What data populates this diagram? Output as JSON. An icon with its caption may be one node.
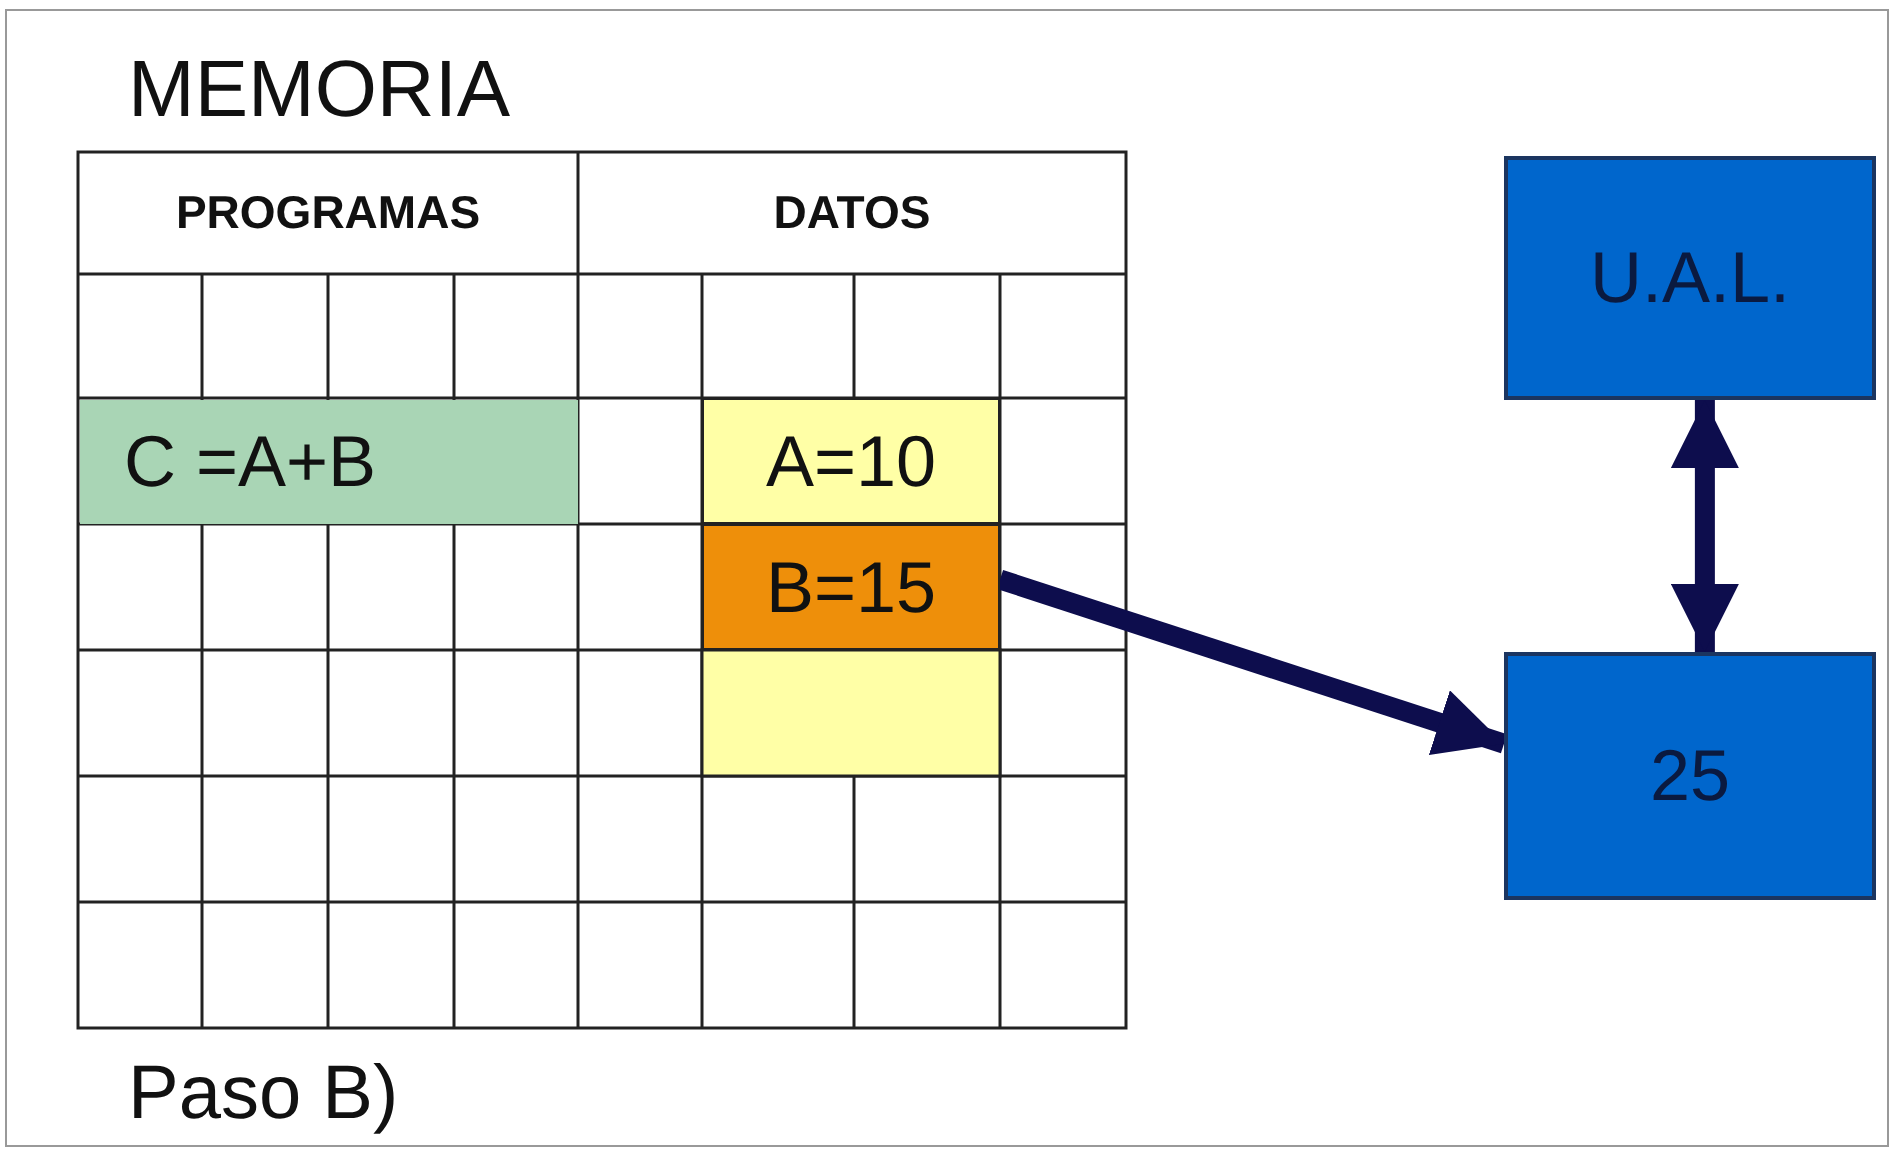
{
  "diagram": {
    "title": "MEMORIA",
    "caption": "Paso B)",
    "nodes": [
      {
        "text": [
          "U.A.L."
        ]
      },
      {
        "text": [
          "B=15"
        ]
      },
      {
        "text": [
          "25"
        ]
      }
    ],
    "edges": [
      {
        "from": 1,
        "to": 2,
        "arrow": "to"
      },
      {
        "from": 0,
        "to": 2,
        "arrow": "both"
      }
    ],
    "labels": [
      "PROGRAMAS",
      "DATOS",
      "C =A+B",
      "A=10"
    ]
  }
}
